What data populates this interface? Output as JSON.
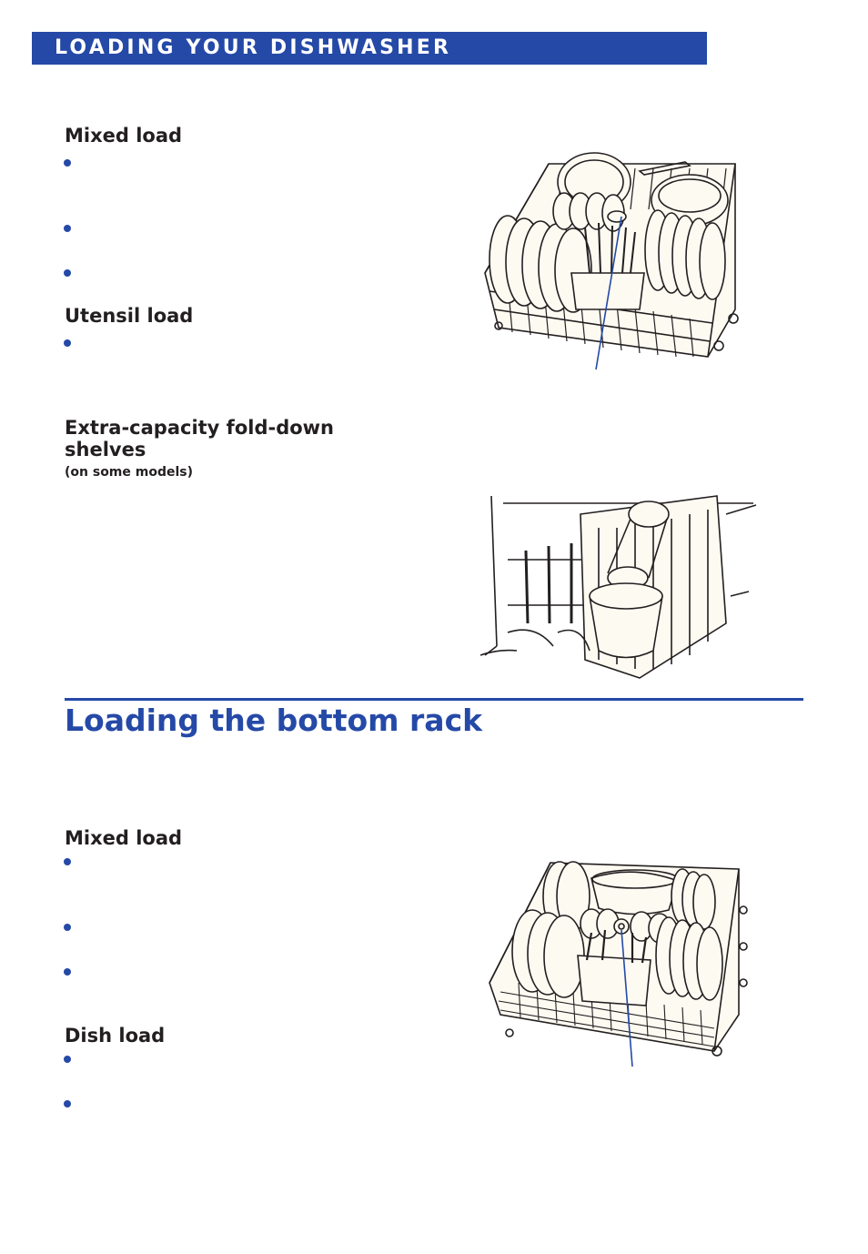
{
  "header": {
    "banner": "LOADING YOUR DISHWASHER"
  },
  "top_rack": {
    "mixed_load": {
      "heading": "Mixed load"
    },
    "utensil_load": {
      "heading": "Utensil load"
    },
    "shelves": {
      "heading_line1": "Extra-capacity fold-down",
      "heading_line2": "shelves",
      "note": "(on some models)"
    }
  },
  "bottom_rack": {
    "section_title": "Loading the bottom rack",
    "mixed_load": {
      "heading": "Mixed load"
    },
    "dish_load": {
      "heading": "Dish load"
    }
  },
  "colors": {
    "accent": "#2549a7",
    "text": "#231f20"
  },
  "illustrations": [
    "top-rack-mixed-load-illustration",
    "fold-down-shelves-illustration",
    "bottom-rack-mixed-load-illustration"
  ]
}
